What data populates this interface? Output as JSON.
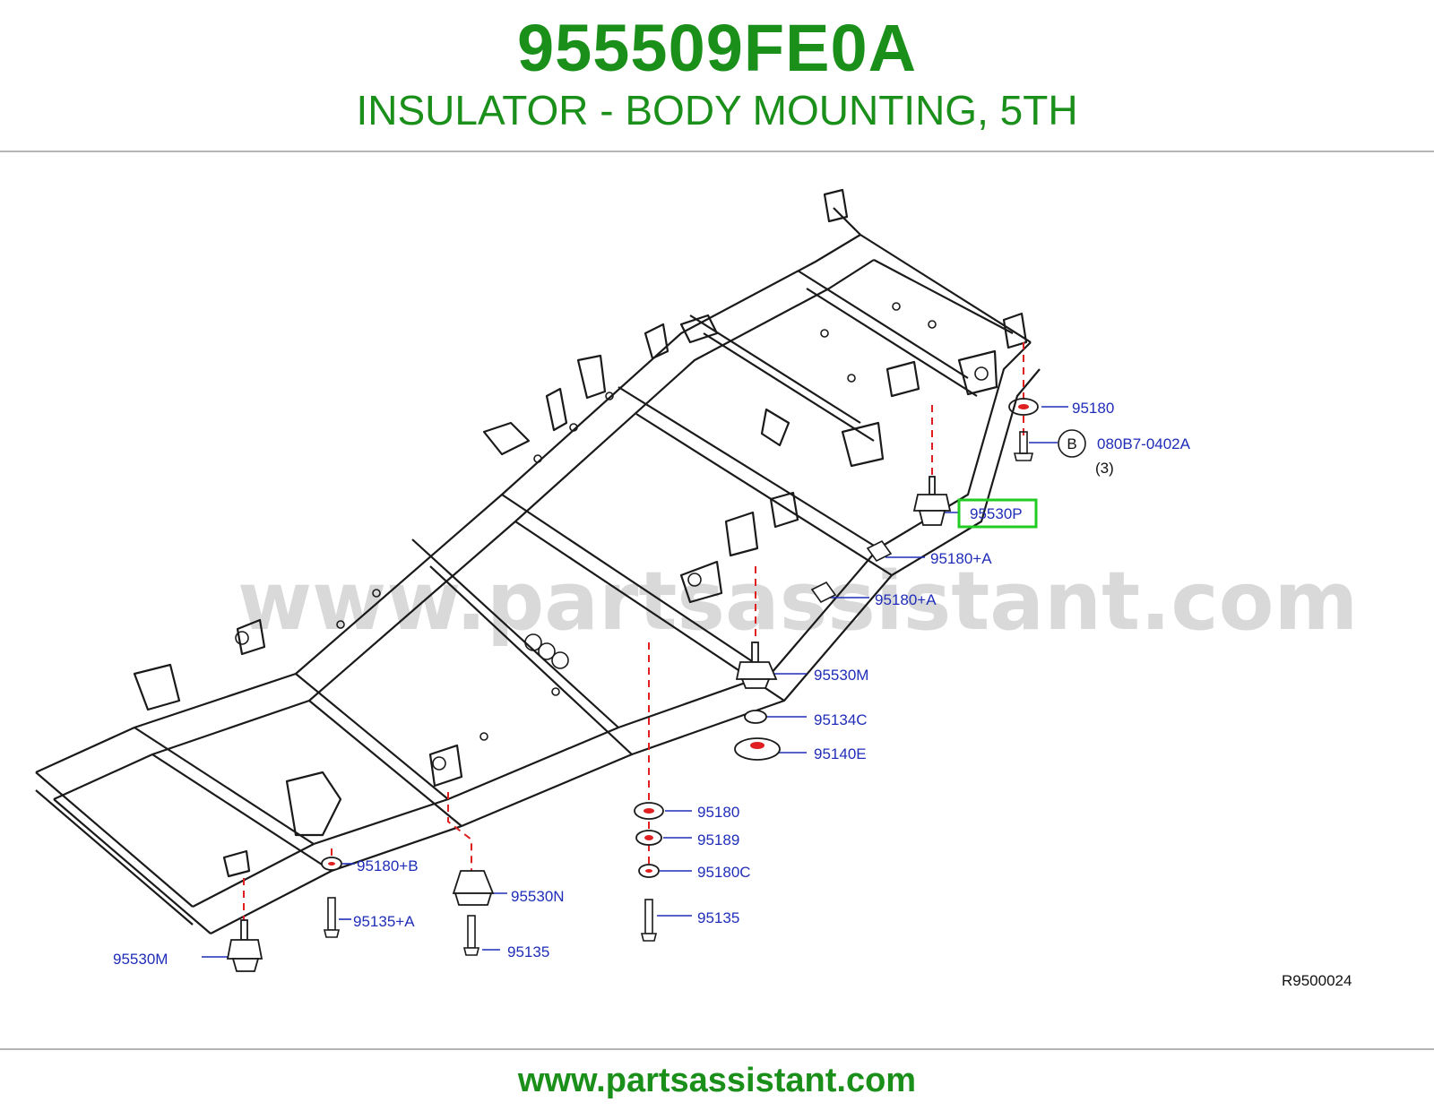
{
  "header": {
    "part_number": "955509FE0A",
    "part_description": "INSULATOR - BODY MOUNTING, 5TH"
  },
  "diagram": {
    "watermark": "www.partsassistant.com",
    "reference_code": "R9500024",
    "callouts": [
      "95180",
      "080B7-0402A",
      "(3)",
      "B",
      "95530P",
      "95180+A",
      "95180+A",
      "95530M",
      "95134C",
      "95140E",
      "95180",
      "95189",
      "95180C",
      "95135",
      "95180+B",
      "95135+A",
      "95530N",
      "95135",
      "95530M"
    ],
    "highlighted_part": "95530P",
    "colors": {
      "brand_green": "#1a8f1a",
      "callout_blue": "#1f2db8",
      "highlight_green": "#22cc22",
      "dashed_red": "#e02020"
    }
  },
  "footer": {
    "website": "www.partsassistant.com"
  }
}
